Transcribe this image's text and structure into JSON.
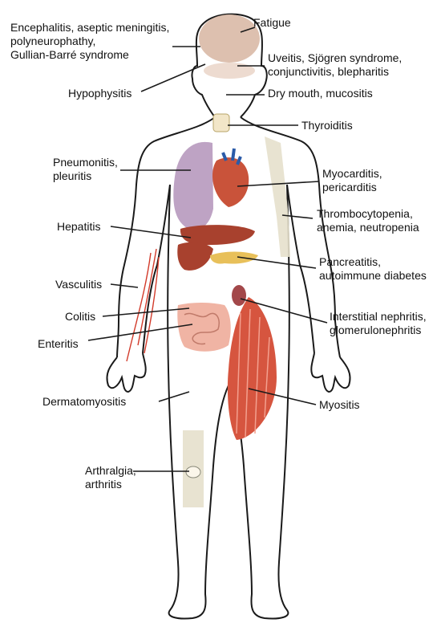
{
  "labels": {
    "neuro": "Encephalitis, aseptic meningitis,\npolyneurophathy,\nGullian-Barré syndrome",
    "fatigue": "Fatigue",
    "eye": "Uveitis, Sjögren syndrome,\nconjunctivitis, blepharitis",
    "hypophysitis": "Hypophysitis",
    "mouth": "Dry mouth, mucositis",
    "thyroid": "Thyroiditis",
    "lung": "Pneumonitis,\npleuritis",
    "heart": "Myocarditis,\npericarditis",
    "blood": "Thrombocytopenia,\nanemia, neutropenia",
    "liver": "Hepatitis",
    "pancreas": "Pancreatitis,\nautoimmune diabetes",
    "vessels": "Vasculitis",
    "colon": "Colitis",
    "kidney": "Interstitial nephritis,\nglomerulonephritis",
    "bowel": "Enteritis",
    "skin": "Dermatomyositis",
    "muscle": "Myositis",
    "joint": "Arthralgia,\narthritis"
  },
  "colors": {
    "outline": "#1a1a1a",
    "brain": "#d9b9a6",
    "lung": "#b393ba",
    "heart": "#c9533a",
    "liver": "#a8412e",
    "pancreas": "#e8c05a",
    "kidney": "#a3484a",
    "intestine": "#f0b4a4",
    "muscle": "#d6553f",
    "bone": "#e6e0cc",
    "vessel": "#d23a2a"
  }
}
